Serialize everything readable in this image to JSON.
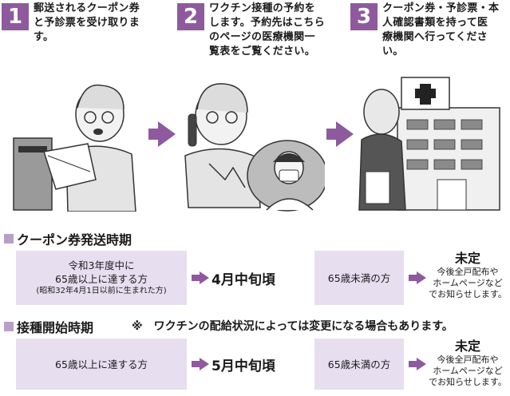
{
  "steps": [
    {
      "num": "1",
      "text": [
        "郵送されるクーポン券",
        "と予診票を受け取りま",
        "す。"
      ]
    },
    {
      "num": "2",
      "text": [
        "ワクチン接種の予約を",
        "します。予約先はこちら",
        "のページの医療機関一",
        "覧表をご覧ください。"
      ]
    },
    {
      "num": "3",
      "text": [
        "クーポン券・予診票・本",
        "人確認書類を持って医",
        "療機関へ行ってくださ",
        "い。"
      ]
    }
  ],
  "coupon_section": {
    "heading": "クーポン券発送時期",
    "group1": {
      "line1": "令和3年度中に",
      "line2": "65歳以上に達する方",
      "line3": "(昭和32年4月1日以前に生まれた方)",
      "value": "4月中旬頃"
    },
    "group2": {
      "label": "65歳未満の方",
      "status": "未定",
      "detail": [
        "今後全戸配布や",
        "ホームページなど",
        "でお知らせします。"
      ]
    }
  },
  "vaccination_section": {
    "heading": "接種開始時期",
    "note": "※　ワクチンの配給状況によっては変更になる場合もあります。",
    "group1": {
      "label": "65歳以上に達する方",
      "value": "5月中旬頃"
    },
    "group2": {
      "label": "65歳未満の方",
      "status": "未定",
      "detail": [
        "今後全戸配布や",
        "ホームページなど",
        "でお知らせします。"
      ]
    }
  },
  "colors": {
    "accent": "#8e5a9d",
    "box_bg": "#e7dff0",
    "heading_square": "#b7a0c6"
  }
}
